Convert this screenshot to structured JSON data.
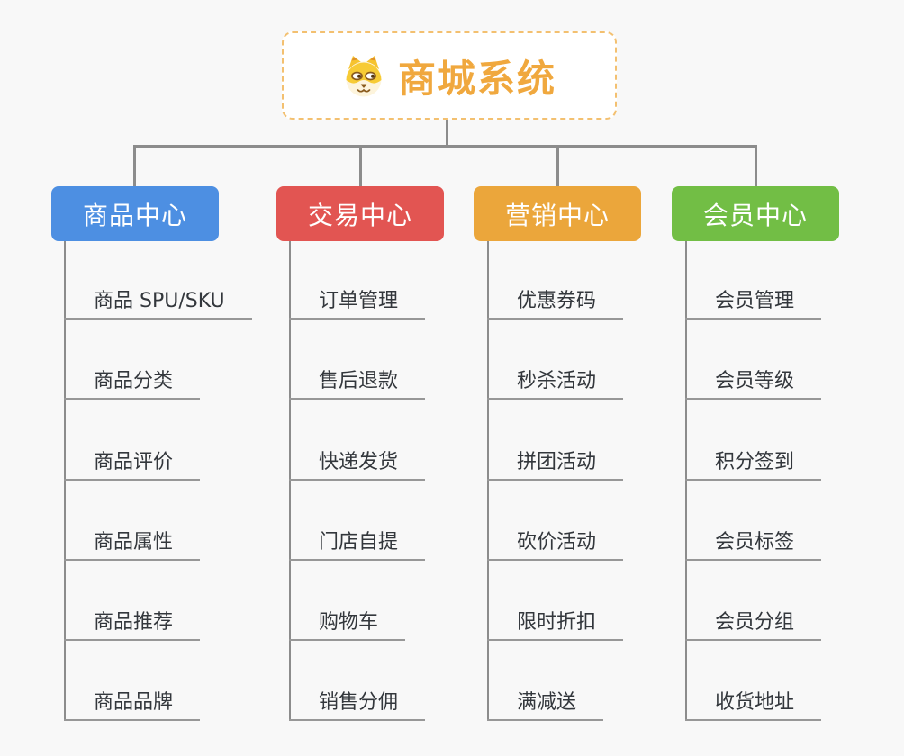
{
  "root": {
    "label": "商城系统",
    "icon": "shiba-dog-icon",
    "text_color": "#f0a83e",
    "border_color": "#f3c070",
    "background": "#ffffff"
  },
  "connector_color": "#8c8c8c",
  "leaf_text_color": "#33373c",
  "page_background": "#f8f8f8",
  "branches": [
    {
      "label": "商品中心",
      "color": "#4d8fe2",
      "items": [
        "商品 SPU/SKU",
        "商品分类",
        "商品评价",
        "商品属性",
        "商品推荐",
        "商品品牌"
      ]
    },
    {
      "label": "交易中心",
      "color": "#e25552",
      "items": [
        "订单管理",
        "售后退款",
        "快递发货",
        "门店自提",
        "购物车",
        "销售分佣"
      ]
    },
    {
      "label": "营销中心",
      "color": "#ebA63b",
      "items": [
        "优惠券码",
        "秒杀活动",
        "拼团活动",
        "砍价活动",
        "限时折扣",
        "满减送"
      ]
    },
    {
      "label": "会员中心",
      "color": "#72be45",
      "items": [
        "会员管理",
        "会员等级",
        "积分签到",
        "会员标签",
        "会员分组",
        "收货地址"
      ]
    }
  ]
}
